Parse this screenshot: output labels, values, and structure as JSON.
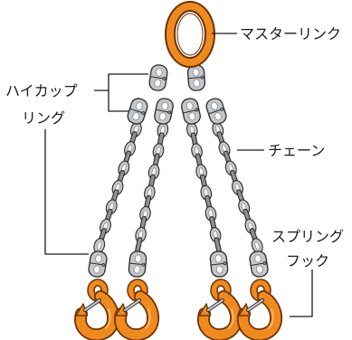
{
  "labels": {
    "master_link": "マスターリンク",
    "hi_coupling_line1": "ハイカップ",
    "hi_coupling_line2": "リング",
    "chain": "チェーン",
    "spring_hook_line1": "スプリング",
    "spring_hook_line2": "フック"
  },
  "colors": {
    "orange": "#F08A1E",
    "orange_dark": "#6B3306",
    "steel": "#C4C7CA",
    "steel_dark": "#8E9296",
    "outline": "#2A2A2A"
  }
}
